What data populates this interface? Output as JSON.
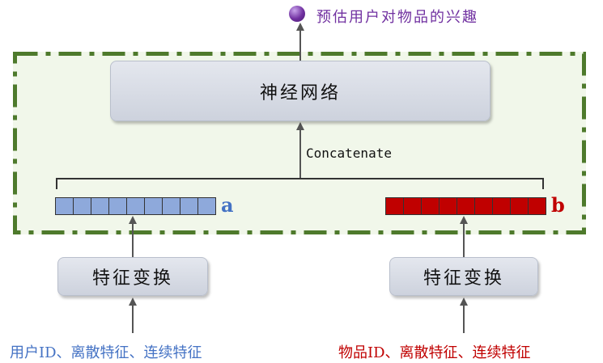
{
  "output": {
    "label": "预估用户对物品的兴趣",
    "dot_color": "#7030a0",
    "icon": "circle-dot-icon"
  },
  "neural_network": {
    "label": "神经网络"
  },
  "concat": {
    "label": "Concatenate"
  },
  "user_side": {
    "vector_label": "a",
    "vector_color": "#8ea9db",
    "vector_cells": 9,
    "transform_label": "特征变换",
    "input_label": "用户ID、离散特征、连续特征",
    "text_color": "#4472c4"
  },
  "item_side": {
    "vector_label": "b",
    "vector_color": "#c00000",
    "vector_cells": 9,
    "transform_label": "特征变换",
    "input_label": "物品ID、离散特征、连续特征",
    "text_color": "#c00000"
  },
  "colors": {
    "region_fill": "#f1f7ea",
    "region_border": "#4e7a2c",
    "arrow": "#555555"
  }
}
